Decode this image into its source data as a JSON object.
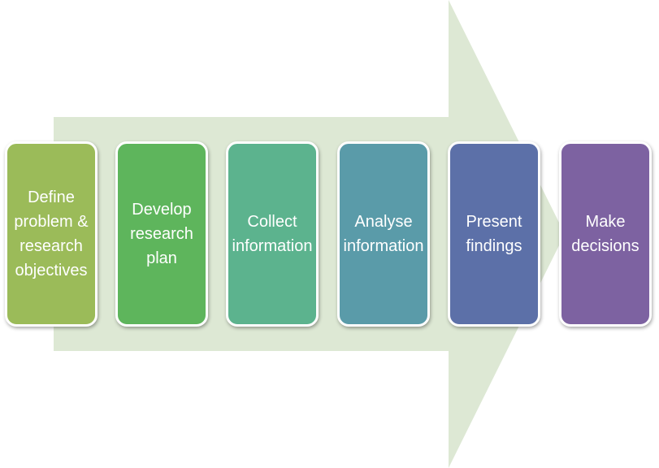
{
  "background_arrow": {
    "color": "#dde8d4"
  },
  "steps": [
    {
      "label": "Define\nproblem &\nresearch\nobjectives",
      "color": "#9bbb59"
    },
    {
      "label": "Develop\nresearch\nplan",
      "color": "#5eb55c"
    },
    {
      "label": "Collect\ninformation",
      "color": "#5cb38e"
    },
    {
      "label": "Analyse\ninformation",
      "color": "#5a9ba9"
    },
    {
      "label": "Present\nfindings",
      "color": "#5c70a8"
    },
    {
      "label": "Make\ndecisions",
      "color": "#7d62a1"
    }
  ]
}
